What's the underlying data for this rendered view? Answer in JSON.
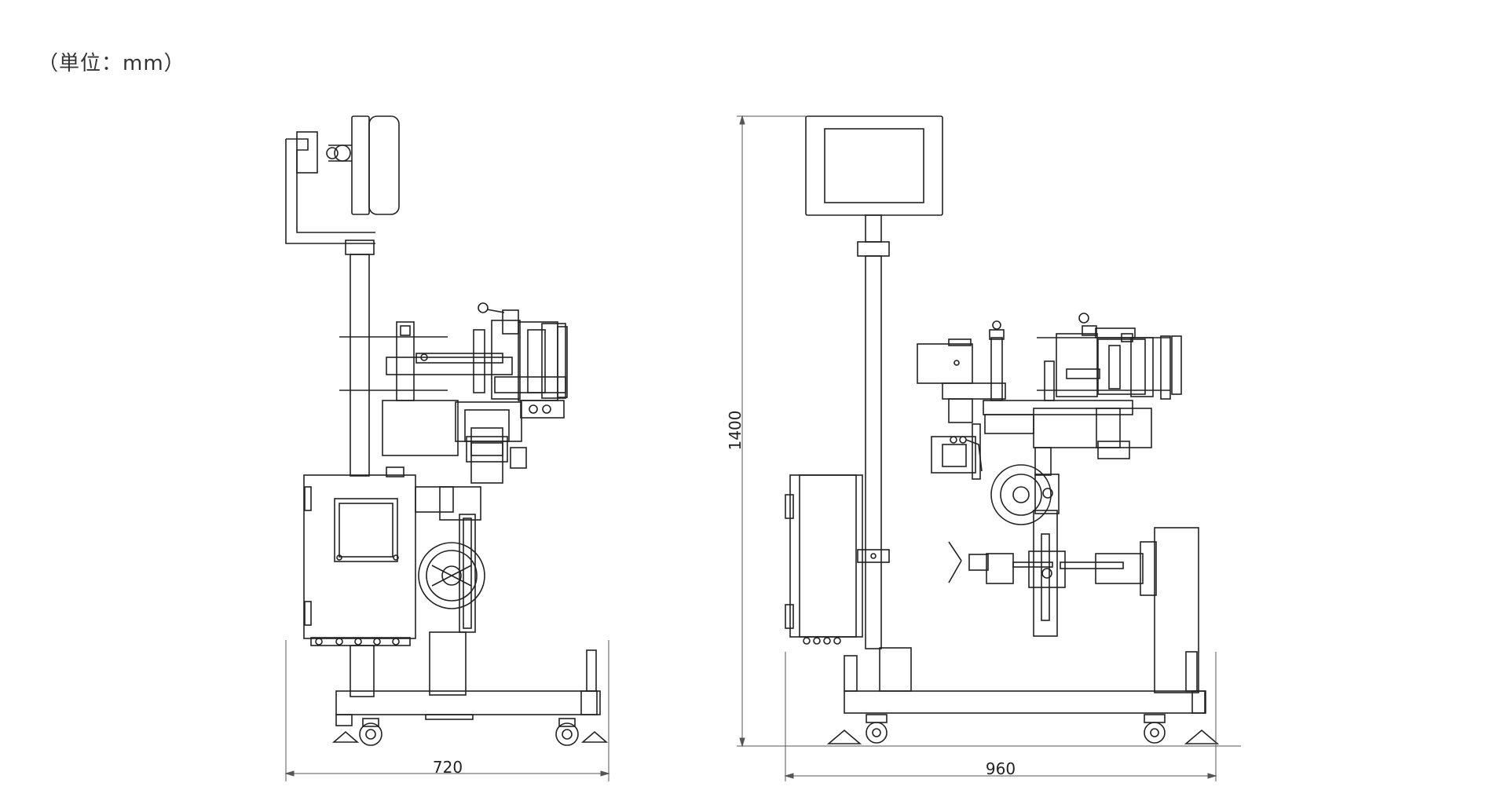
{
  "unit_label": "（単位：mm）",
  "dimensions": {
    "side_width": "720",
    "front_width": "960",
    "height": "1400"
  },
  "colors": {
    "line": "#222222",
    "dim_line": "#555555",
    "background": "#ffffff"
  }
}
